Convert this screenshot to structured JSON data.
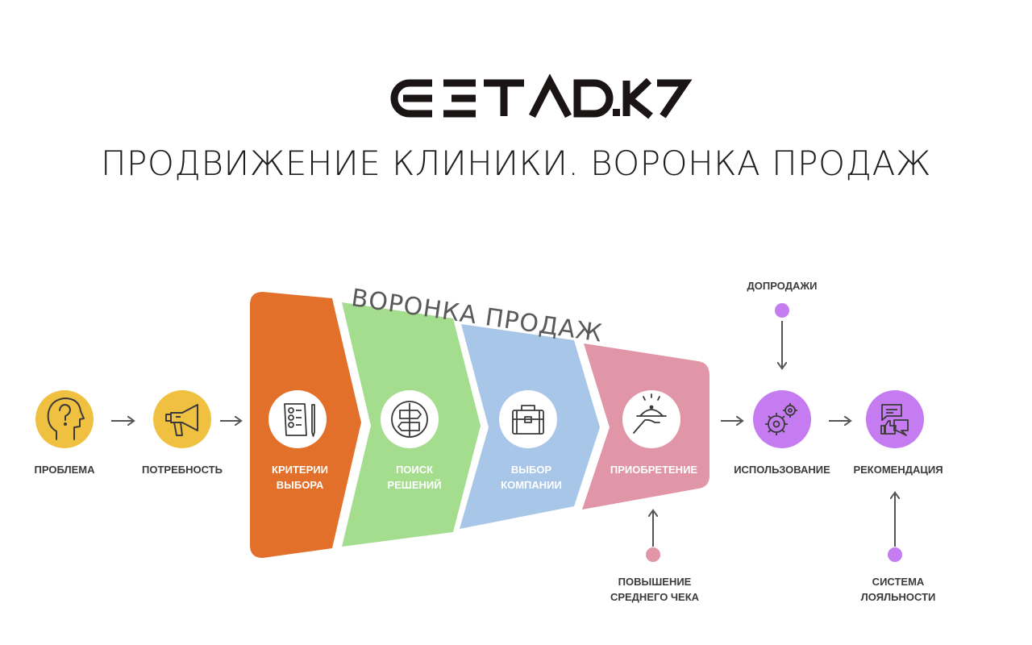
{
  "logo_text": "GETAD.KZ",
  "title": "ПРОДВИЖЕНИЕ КЛИНИКИ. ВОРОНКА ПРОДАЖ",
  "funnel_title": "ВОРОНКА ПРОДАЖ",
  "colors": {
    "yellow": "#f0c041",
    "orange": "#e2702b",
    "green": "#a4dd8e",
    "blue": "#a7c6e8",
    "pink": "#e096a6",
    "purple": "#c57cf0",
    "dot_pink": "#e096a6",
    "dot_purple": "#c57cf0"
  },
  "stages_pre": [
    {
      "icon": "head-question-icon",
      "label": "ПРОБЛЕМА"
    },
    {
      "icon": "megaphone-icon",
      "label": "ПОТРЕБНОСТЬ"
    }
  ],
  "funnel_stages": [
    {
      "icon": "document-pen-icon",
      "label_line1": "КРИТЕРИИ",
      "label_line2": "ВЫБОРА"
    },
    {
      "icon": "signpost-icon",
      "label_line1": "ПОИСК",
      "label_line2": "РЕШЕНИЙ"
    },
    {
      "icon": "briefcase-icon",
      "label_line1": "ВЫБОР",
      "label_line2": "КОМПАНИИ"
    },
    {
      "icon": "serving-tray-icon",
      "label_line1": "ПРИОБРЕТЕНИЕ",
      "label_line2": ""
    }
  ],
  "stages_post": [
    {
      "icon": "gears-icon",
      "label": "ИСПОЛЬЗОВАНИЕ"
    },
    {
      "icon": "thumbs-up-chat-icon",
      "label": "РЕКОМЕНДАЦИЯ"
    }
  ],
  "side_inputs": {
    "upsell": "ДОПРОДАЖИ",
    "avg_check_line1": "ПОВЫШЕНИЕ",
    "avg_check_line2": "СРЕДНЕГО ЧЕКА",
    "loyalty_line1": "СИСТЕМА",
    "loyalty_line2": "ЛОЯЛЬНОСТИ"
  }
}
